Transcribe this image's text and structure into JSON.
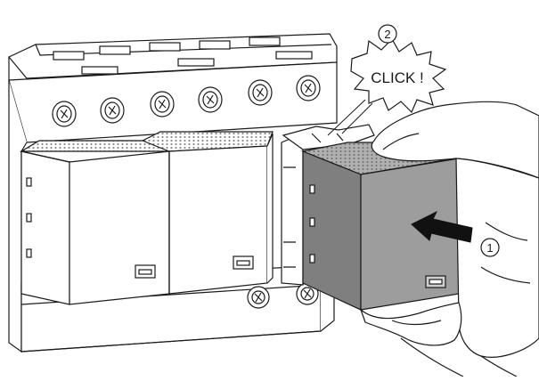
{
  "callouts": {
    "click_text": "CLICK !",
    "step_push_number": "1",
    "step_click_number": "2"
  },
  "colors": {
    "line": "#1a1a1a",
    "module_face": "#ffffff",
    "module_grey": "#9d9d9d",
    "module_grey_dark": "#7f7f7f",
    "mesh": "#bdbdbd",
    "arrow": "#111111"
  },
  "icons": [
    "screw-terminal-icon",
    "click-starburst-icon",
    "push-arrow-icon",
    "hand-icon"
  ]
}
